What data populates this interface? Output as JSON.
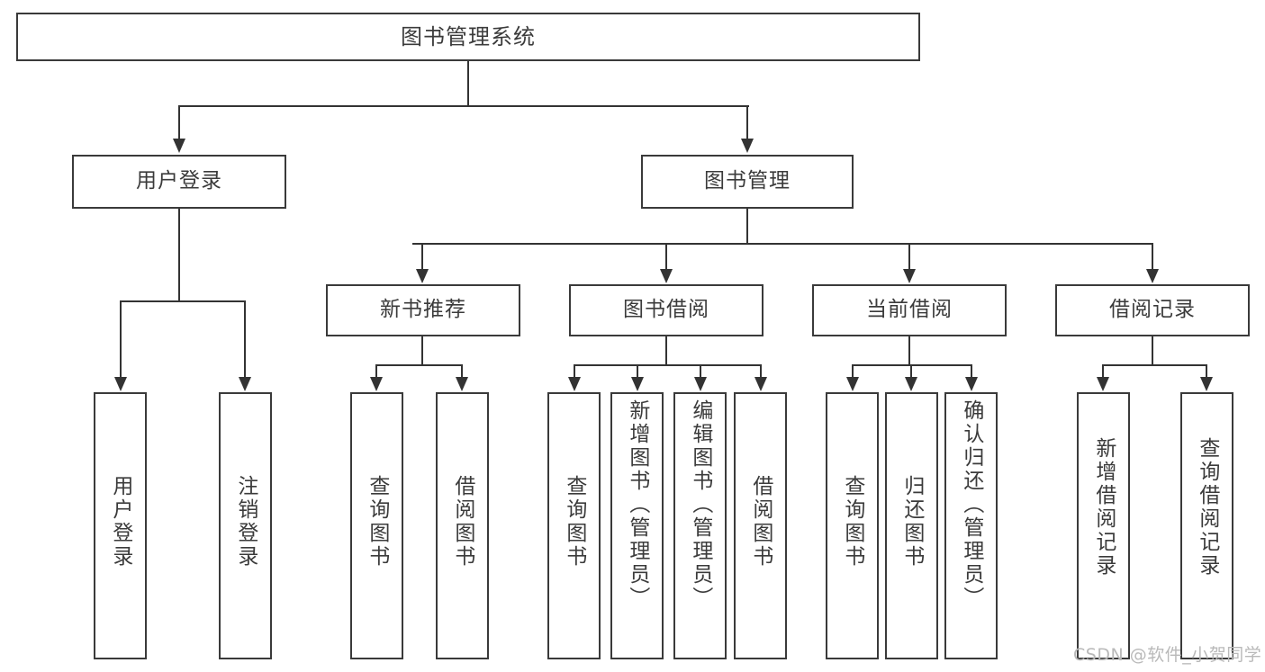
{
  "diagram": {
    "title": "图书管理系统",
    "type": "hierarchy-tree",
    "root": {
      "label": "图书管理系统"
    },
    "level2": [
      {
        "label": "用户登录"
      },
      {
        "label": "图书管理"
      }
    ],
    "level3": [
      {
        "label": "新书推荐"
      },
      {
        "label": "图书借阅"
      },
      {
        "label": "当前借阅"
      },
      {
        "label": "借阅记录"
      }
    ],
    "leaves": {
      "user_login": [
        {
          "label": "用户登录"
        },
        {
          "label": "注销登录"
        }
      ],
      "new_book_recommend": [
        {
          "label": "查询图书"
        },
        {
          "label": "借阅图书"
        }
      ],
      "book_borrow": [
        {
          "label": "查询图书"
        },
        {
          "label": "新增图书（管理员）"
        },
        {
          "label": "编辑图书（管理员）"
        },
        {
          "label": "借阅图书"
        }
      ],
      "current_borrow": [
        {
          "label": "查询图书"
        },
        {
          "label": "归还图书"
        },
        {
          "label": "确认归还（管理员）"
        }
      ],
      "borrow_record": [
        {
          "label": "新增借阅记录"
        },
        {
          "label": "查询借阅记录"
        }
      ]
    }
  },
  "watermark": {
    "text": "CSDN @软件_小贺同学"
  },
  "colors": {
    "border": "#3a3a3a",
    "line": "#333333",
    "text": "#3b3b3b",
    "watermark": "#b9b9b9",
    "background": "#ffffff"
  }
}
